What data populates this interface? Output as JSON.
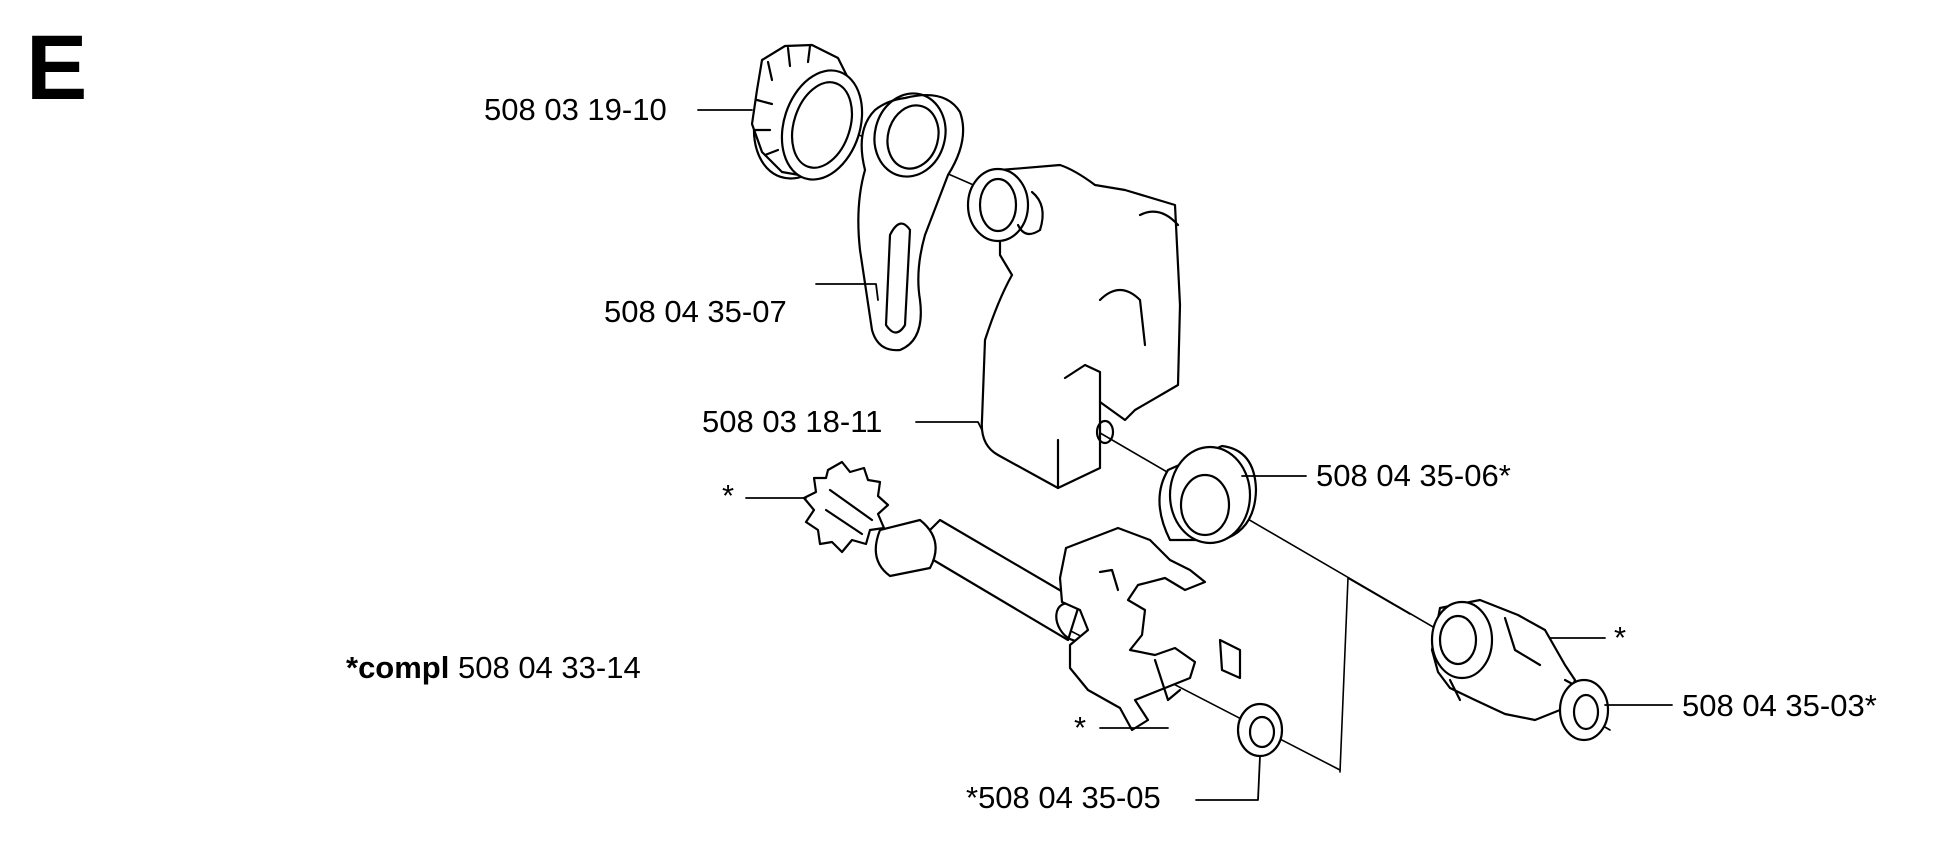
{
  "section_letter": "E",
  "assembly": {
    "prefix": "*compl",
    "number": "508 04 33-14"
  },
  "parts": {
    "cap": "508 03 19-10",
    "lever": "508 04 35-07",
    "body": "508 03 18-11",
    "bushing": "508 04 35-06*",
    "nozzle_washer": "508 04 35-03*",
    "small_washer": "*508 04 35-05",
    "spline_shaft": "*",
    "nozzle": "*",
    "valve": "*"
  }
}
